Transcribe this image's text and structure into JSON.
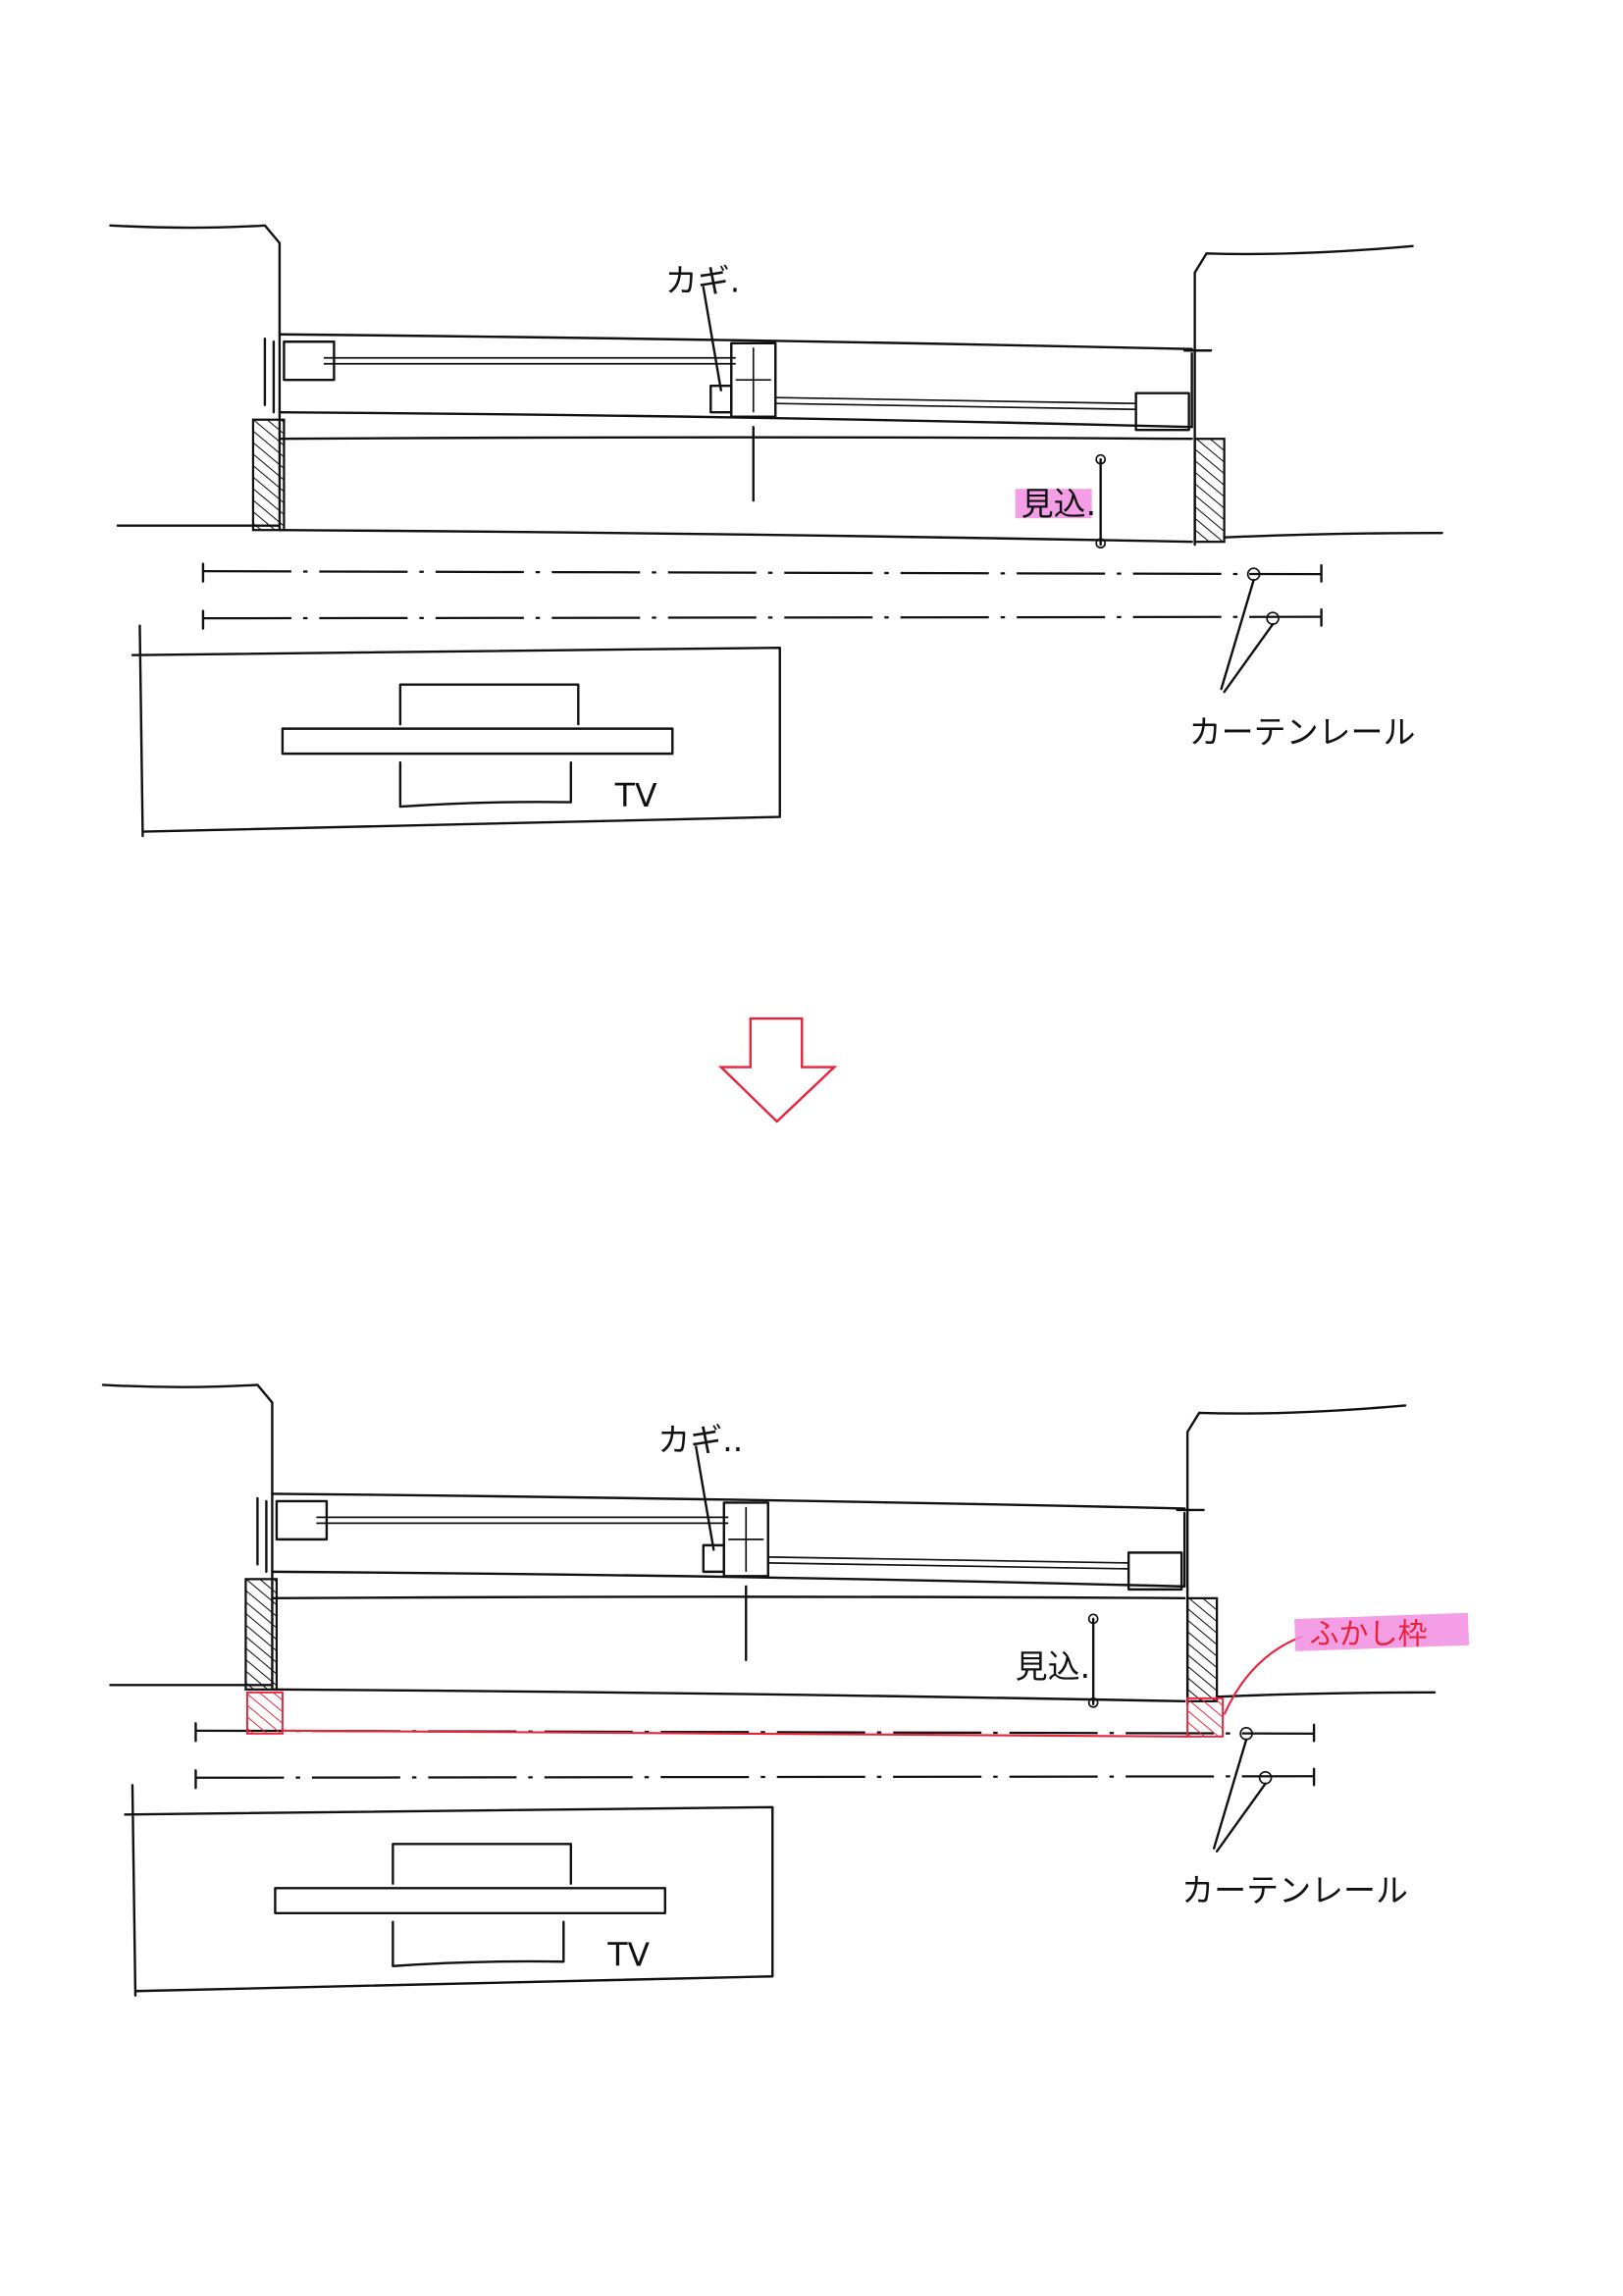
{
  "colors": {
    "ink": "#111111",
    "markup_red": "#e8243c",
    "highlighter_pink": "#f28ee0"
  },
  "before": {
    "key_label": "カギ.",
    "depth_label": "見込.",
    "curtain_rail_label": "カーテンレール",
    "tv_label": "TV"
  },
  "after": {
    "key_label": "カギ..",
    "depth_label": "見込.",
    "curtain_rail_label": "カーテンレール",
    "tv_label": "TV",
    "furring_frame_label": "ふかし枠"
  }
}
